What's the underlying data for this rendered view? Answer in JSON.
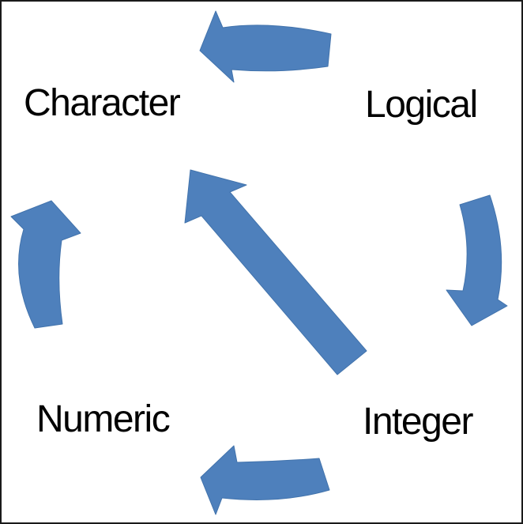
{
  "diagram": {
    "type": "cycle-diagram",
    "nodes": [
      {
        "label": "Character",
        "position": "top-left"
      },
      {
        "label": "Logical",
        "position": "top-right"
      },
      {
        "label": "Numeric",
        "position": "bottom-left"
      },
      {
        "label": "Integer",
        "position": "bottom-right"
      }
    ],
    "arrows": [
      {
        "name": "top-curved-arrow",
        "points": "left",
        "from": "Logical",
        "to": "Character"
      },
      {
        "name": "left-curved-arrow",
        "points": "up",
        "from": "Numeric",
        "to": "Character"
      },
      {
        "name": "right-curved-arrow",
        "points": "down",
        "from": "Logical",
        "to": "Integer"
      },
      {
        "name": "bottom-curved-arrow",
        "points": "left",
        "from": "Integer",
        "to": "Numeric"
      },
      {
        "name": "center-diagonal-arrow",
        "points": "up-left",
        "from": "Integer",
        "to": "Character"
      }
    ]
  },
  "colors": {
    "arrow_fill": "#4E80BC",
    "arrow_stroke": "#4273AC",
    "text": "#000000",
    "background": "#FFFFFF",
    "border": "#1A1A1A"
  }
}
